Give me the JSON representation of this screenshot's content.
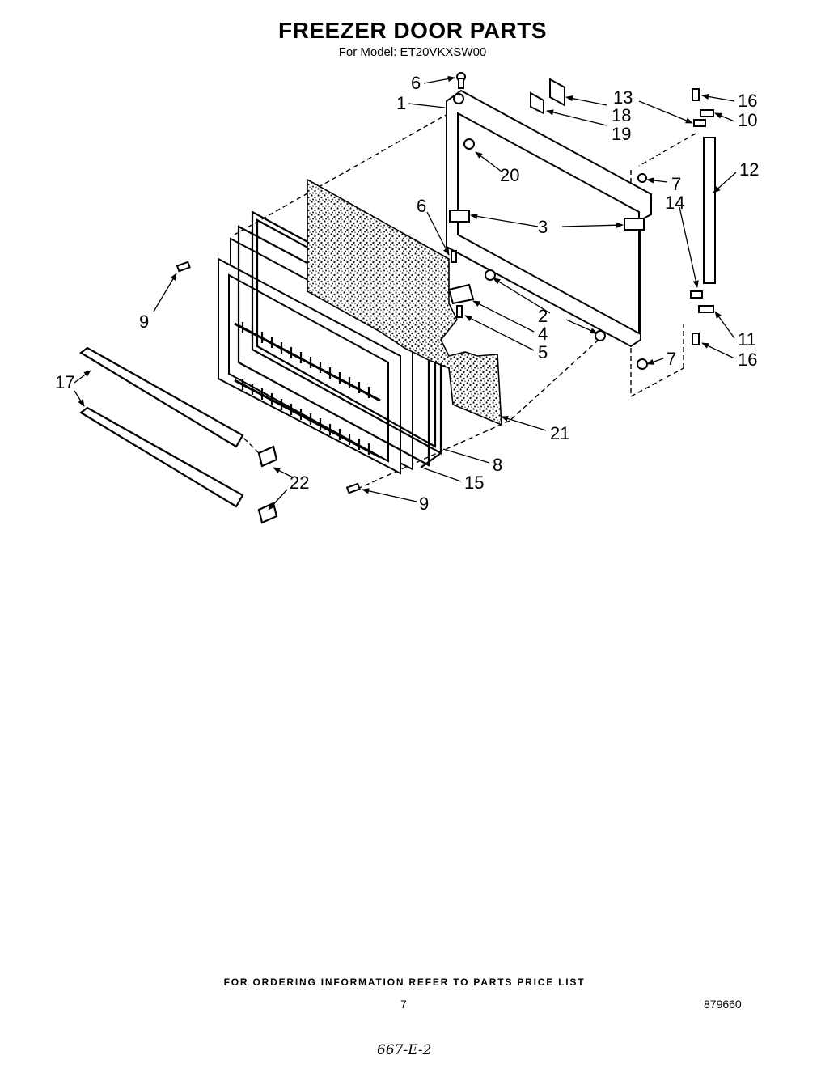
{
  "title": "FREEZER DOOR PARTS",
  "subtitle": "For Model: ET20VKXSW00",
  "callouts": [
    "1",
    "2",
    "3",
    "4",
    "5",
    "6",
    "6",
    "7",
    "7",
    "8",
    "9",
    "9",
    "10",
    "11",
    "12",
    "13",
    "14",
    "15",
    "16",
    "16",
    "17",
    "18",
    "19",
    "20",
    "21",
    "22"
  ],
  "footer": {
    "ordering_note": "FOR ORDERING INFORMATION REFER TO PARTS PRICE LIST",
    "page_number": "7",
    "doc_number": "879660",
    "handwritten_code": "667-E-2"
  }
}
